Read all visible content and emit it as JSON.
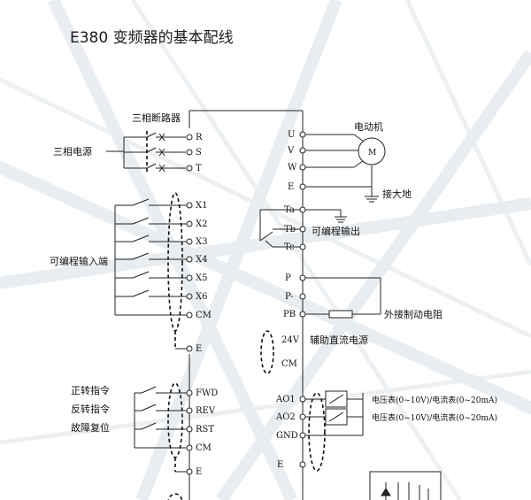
{
  "title": "E380 变频器的基本配线",
  "labels": {
    "breaker": "三相断路器",
    "power": "三相电源",
    "motor": "电动机",
    "motor_symbol": "M",
    "ground": "接大地",
    "prog_output": "可编程输出",
    "prog_input": "可编程输入端",
    "brake_resistor": "外接制动电阻",
    "aux_dc": "辅助直流电源",
    "fwd_cmd": "正转指令",
    "rev_cmd": "反转指令",
    "fault_reset": "故障复位",
    "meter1": "电压表(0~10V)/电流表(0~20mA)",
    "meter2": "电压表(0~10V)/电流表(0~20mA)"
  },
  "pins_left": [
    "R",
    "S",
    "T",
    "X1",
    "X2",
    "X3",
    "X4",
    "X5",
    "X6",
    "CM",
    "E",
    "FWD",
    "REV",
    "RST",
    "CM",
    "E"
  ],
  "pins_right": [
    "U",
    "V",
    "W",
    "E",
    "Ta",
    "Tb",
    "Tc",
    "P",
    "P-",
    "PB",
    "24V",
    "CM",
    "AO1",
    "AO2",
    "GND",
    "E"
  ],
  "colors": {
    "wire": "#222222",
    "text": "#111111",
    "background": "#ffffff"
  }
}
